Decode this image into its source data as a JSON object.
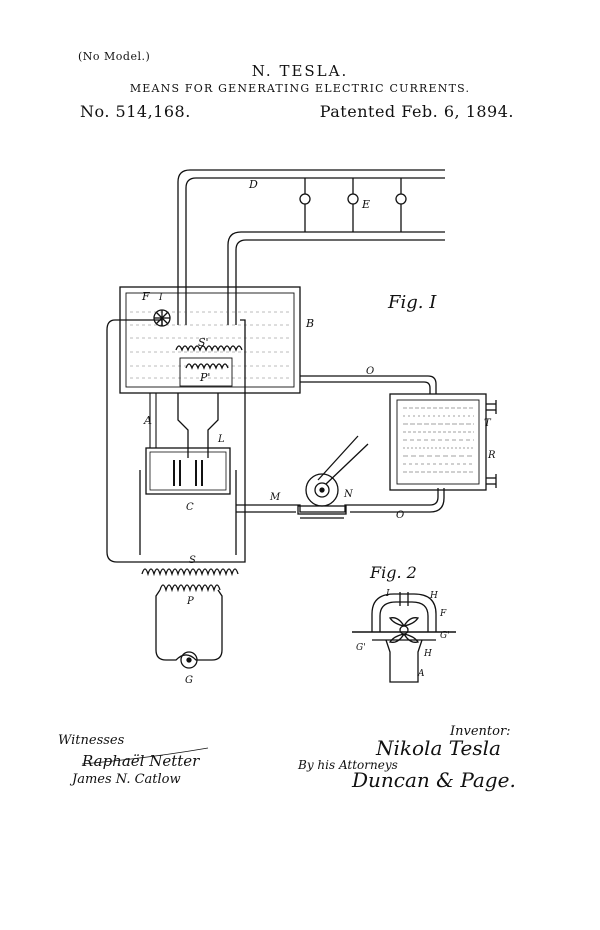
{
  "header": {
    "no_model": "(No Model.)",
    "inventor_name": "N. TESLA.",
    "title": "MEANS FOR GENERATING ELECTRIC CURRENTS.",
    "patent_number": "No. 514,168.",
    "patent_date": "Patented Feb. 6, 1894."
  },
  "figures": {
    "fig1_label": "Fig. I",
    "fig2_label": "Fig. 2",
    "fig1_refs": {
      "D": "D",
      "E": "E",
      "B": "B",
      "F": "F",
      "I": "I",
      "S1": "S'",
      "P1": "P'",
      "O_top": "O",
      "T": "T",
      "R": "R",
      "A": "A",
      "L": "L",
      "C_mid": "C",
      "M": "M",
      "N": "N",
      "O_bottom": "O",
      "S": "S",
      "P": "P",
      "G": "G"
    },
    "fig2_refs": {
      "I": "I",
      "H_top": "H",
      "F": "F",
      "G1_right": "G'",
      "G1_left": "G'",
      "H_bottom": "H",
      "A": "A"
    }
  },
  "signatures": {
    "witnesses_label": "Witnesses",
    "witness_1": "Raphaël Netter",
    "witness_2": "James N. Catlow",
    "inventor_label": "Inventor:",
    "inventor_signature": "Nikola Tesla",
    "attorneys_label": "By his Attorneys",
    "attorney_signature": "Duncan & Page."
  }
}
